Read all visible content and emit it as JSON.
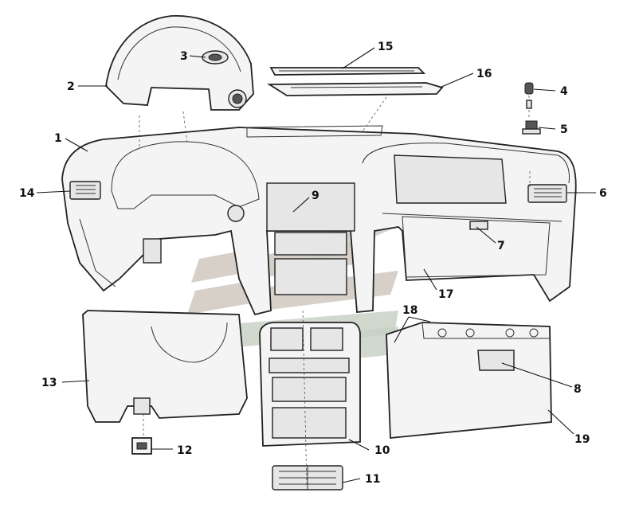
{
  "callouts": [
    {
      "id": "1",
      "label": "1"
    },
    {
      "id": "2",
      "label": "2"
    },
    {
      "id": "3",
      "label": "3"
    },
    {
      "id": "4",
      "label": "4"
    },
    {
      "id": "5",
      "label": "5"
    },
    {
      "id": "6",
      "label": "6"
    },
    {
      "id": "7",
      "label": "7"
    },
    {
      "id": "8",
      "label": "8"
    },
    {
      "id": "9",
      "label": "9"
    },
    {
      "id": "10",
      "label": "10"
    },
    {
      "id": "11",
      "label": "11"
    },
    {
      "id": "12",
      "label": "12"
    },
    {
      "id": "13",
      "label": "13"
    },
    {
      "id": "14",
      "label": "14"
    },
    {
      "id": "15",
      "label": "15"
    },
    {
      "id": "16",
      "label": "16"
    },
    {
      "id": "17",
      "label": "17"
    },
    {
      "id": "18",
      "label": "18"
    },
    {
      "id": "19",
      "label": "19"
    }
  ],
  "watermark": {
    "colors": [
      "#c9c0b6",
      "#c5cfc3"
    ]
  }
}
